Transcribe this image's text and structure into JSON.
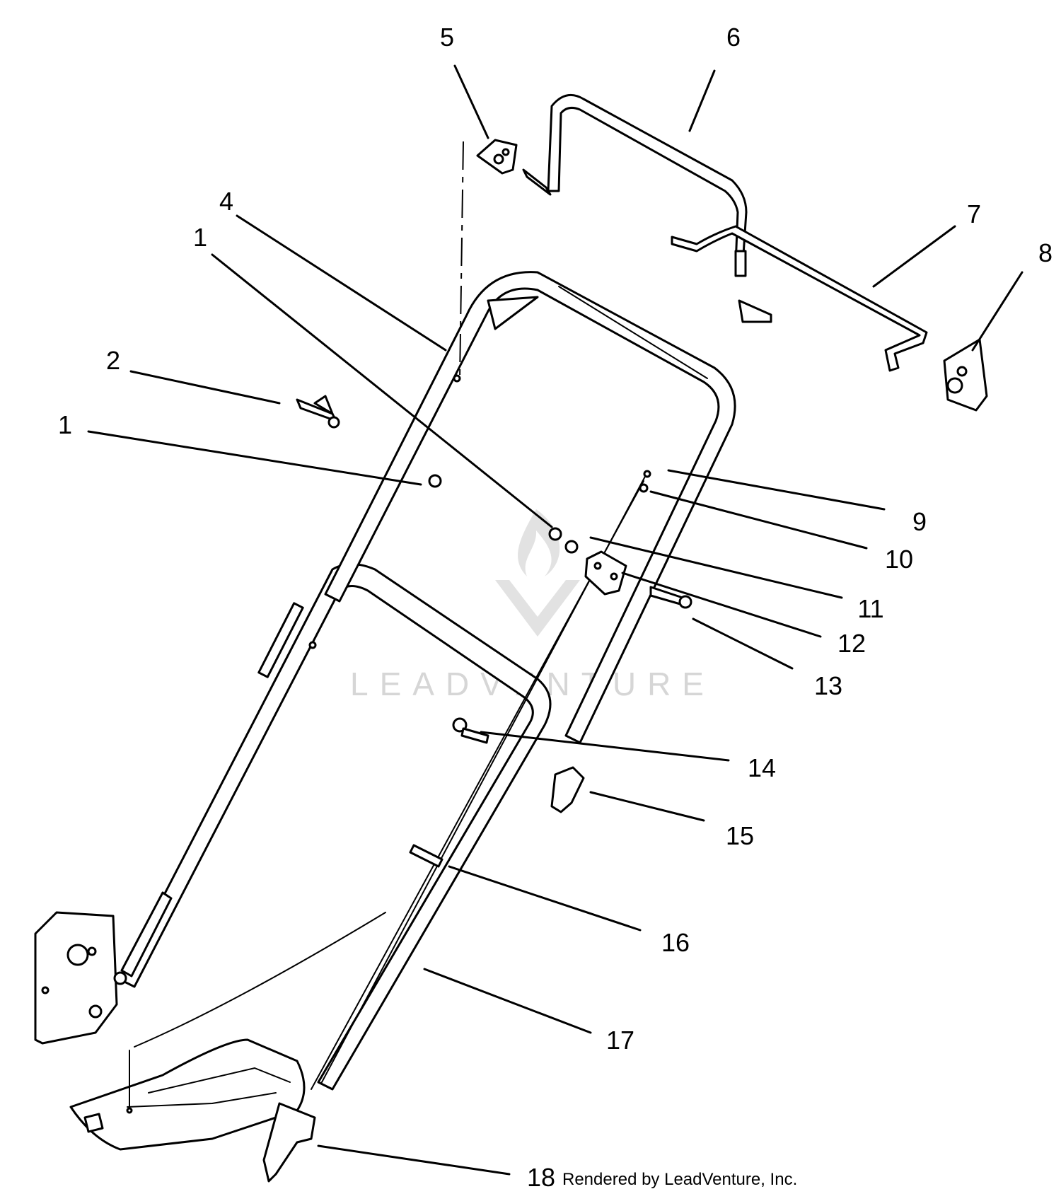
{
  "callouts": [
    {
      "label": "5"
    },
    {
      "label": "6"
    },
    {
      "label": "4"
    },
    {
      "label": "1"
    },
    {
      "label": "7"
    },
    {
      "label": "8"
    },
    {
      "label": "2"
    },
    {
      "label": "1"
    },
    {
      "label": "9"
    },
    {
      "label": "10"
    },
    {
      "label": "11"
    },
    {
      "label": "12"
    },
    {
      "label": "13"
    },
    {
      "label": "14"
    },
    {
      "label": "15"
    },
    {
      "label": "16"
    },
    {
      "label": "17"
    },
    {
      "label": "18"
    }
  ],
  "credit": "Rendered by LeadVenture, Inc.",
  "watermark": "LEADVENTURE",
  "colors": {
    "line": "#000000",
    "background": "#ffffff",
    "watermark": "#d6d6d6"
  }
}
